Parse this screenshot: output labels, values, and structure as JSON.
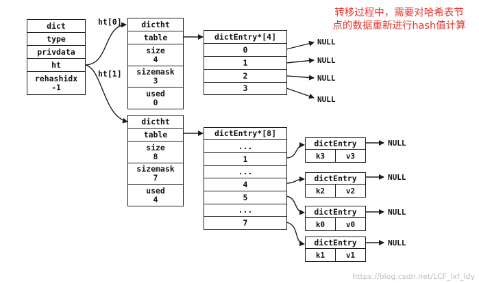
{
  "annotation": [
    "转移过程中，需要对哈希表节",
    "点的数据重新进行hash值计算"
  ],
  "dict": {
    "fields": [
      "dict",
      "type",
      "privdata",
      "ht",
      [
        "rehashidx",
        "-1"
      ]
    ]
  },
  "ht0_label": "ht[0]",
  "ht1_label": "ht[1]",
  "ht0": {
    "cells": [
      "dictht",
      "table",
      [
        "size",
        "4"
      ],
      [
        "sizemask",
        "3"
      ],
      [
        "used",
        "0"
      ]
    ]
  },
  "ht1": {
    "cells": [
      "dictht",
      "table",
      [
        "size",
        "8"
      ],
      [
        "sizemask",
        "7"
      ],
      [
        "used",
        "4"
      ]
    ]
  },
  "table4": {
    "title": "dictEntry*[4]",
    "rows": [
      "0",
      "1",
      "2",
      "3"
    ]
  },
  "table8": {
    "title": "dictEntry*[8]",
    "rows": [
      "...",
      "1",
      "...",
      "4",
      "5",
      "...",
      "7"
    ]
  },
  "null_label": "NULL",
  "entries": [
    {
      "title": "dictEntry",
      "k": "k3",
      "v": "v3"
    },
    {
      "title": "dictEntry",
      "k": "k2",
      "v": "v2"
    },
    {
      "title": "dictEntry",
      "k": "k0",
      "v": "v0"
    },
    {
      "title": "dictEntry",
      "k": "k1",
      "v": "v1"
    }
  ],
  "watermark": "https://blog.csdn.net/LCF_lxf_ldy"
}
